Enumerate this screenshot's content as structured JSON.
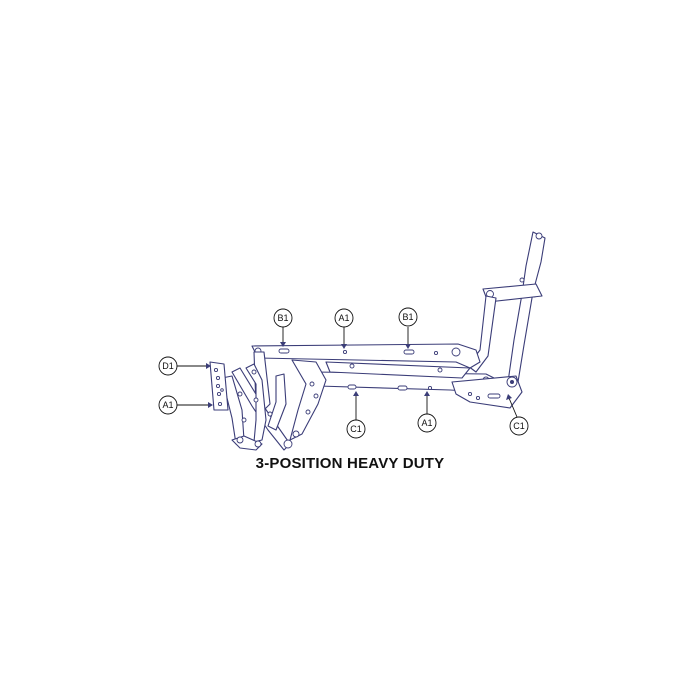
{
  "diagram": {
    "caption": "3-POSITION HEAVY DUTY",
    "stroke_color": "#3b3d78",
    "callouts": [
      {
        "id": "b1-top-left",
        "label": "B1"
      },
      {
        "id": "a1-top",
        "label": "A1"
      },
      {
        "id": "b1-top-right",
        "label": "B1"
      },
      {
        "id": "d1-left",
        "label": "D1"
      },
      {
        "id": "a1-left",
        "label": "A1"
      },
      {
        "id": "c1-bottom-left",
        "label": "C1"
      },
      {
        "id": "a1-bottom",
        "label": "A1"
      },
      {
        "id": "c1-bottom-right",
        "label": "C1"
      }
    ]
  }
}
